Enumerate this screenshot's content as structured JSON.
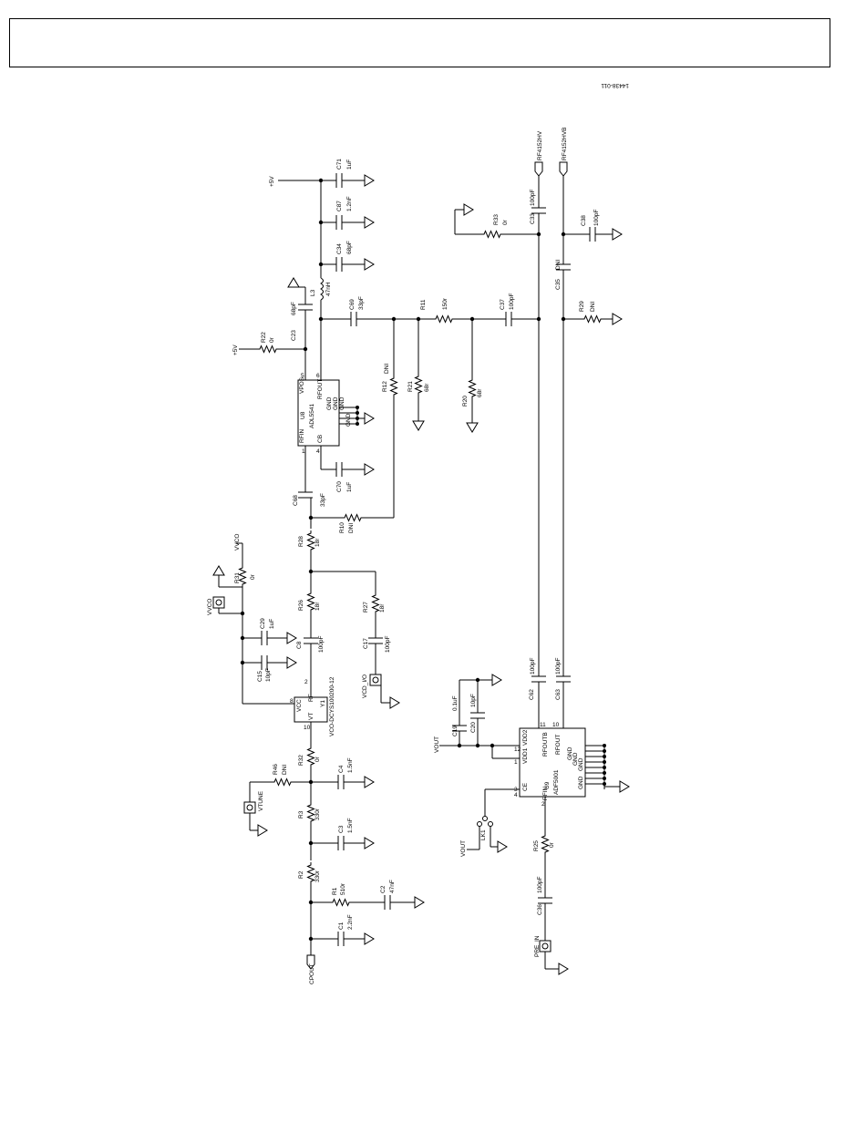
{
  "figure_id": "14438-011",
  "nets": {
    "plus5v_top": "+5V",
    "plus5v_left": "+5V",
    "vvco_a": "VVCO",
    "vvco_b": "VVCO",
    "vcd_io": "VCD_I/O",
    "vtune": "VTUNE",
    "cpout": "CPOUT",
    "vout_a": "VOUT",
    "vout_b": "VOUT",
    "pre_in": "PRE_IN",
    "rfout_a": "RF4152HV",
    "rfout_b": "RF4152HVB"
  },
  "components": {
    "C71": {
      "ref": "C71",
      "value": "1uF"
    },
    "C87": {
      "ref": "C87",
      "value": "1.2nF"
    },
    "C34": {
      "ref": "C34",
      "value": "68pF"
    },
    "L3": {
      "ref": "L3",
      "value": "47nH"
    },
    "C23": {
      "ref": "C23",
      "value": "68pF"
    },
    "R22": {
      "ref": "R22",
      "value": "0r"
    },
    "C69": {
      "ref": "C69",
      "value": "33pF"
    },
    "R11": {
      "ref": "R11",
      "value": "150r"
    },
    "C37": {
      "ref": "C37",
      "value": "100pF"
    },
    "R29": {
      "ref": "R29",
      "value": "DNI"
    },
    "C33": {
      "ref": "C33",
      "value": "100pF"
    },
    "R33": {
      "ref": "R33",
      "value": "0r"
    },
    "C38": {
      "ref": "C38",
      "value": "100pF"
    },
    "C35": {
      "ref": "C35",
      "value": "DNI"
    },
    "R12": {
      "ref": "R12",
      "value": "DNI"
    },
    "R21": {
      "ref": "R21",
      "value": "68r"
    },
    "R20": {
      "ref": "R20",
      "value": "68r"
    },
    "C70": {
      "ref": "C70",
      "value": "1uF"
    },
    "C68": {
      "ref": "C68",
      "value": "33pF"
    },
    "R10": {
      "ref": "R10",
      "value": "DNI"
    },
    "R28": {
      "ref": "R28",
      "value": "18r"
    },
    "R31": {
      "ref": "R31",
      "value": "0r"
    },
    "C29": {
      "ref": "C29",
      "value": "1uF"
    },
    "C15": {
      "ref": "C15",
      "value": "10pF"
    },
    "R26": {
      "ref": "R26",
      "value": "18r"
    },
    "C8": {
      "ref": "C8",
      "value": "100pF"
    },
    "R27": {
      "ref": "R27",
      "value": "18r"
    },
    "C17": {
      "ref": "C17",
      "value": "100pF"
    },
    "C19": {
      "ref": "C19",
      "value": "0.1uF"
    },
    "C20": {
      "ref": "C20",
      "value": "10pF"
    },
    "C62": {
      "ref": "C62",
      "value": "100pF"
    },
    "C63": {
      "ref": "C63",
      "value": "100pF"
    },
    "R32": {
      "ref": "R32",
      "value": "0r"
    },
    "C4": {
      "ref": "C4",
      "value": "1.5nF"
    },
    "R46": {
      "ref": "R46",
      "value": "DNI"
    },
    "R3": {
      "ref": "R3",
      "value": "330r"
    },
    "C3": {
      "ref": "C3",
      "value": "1.5nF"
    },
    "R2": {
      "ref": "R2",
      "value": "330r"
    },
    "R1": {
      "ref": "R1",
      "value": "510r"
    },
    "C2": {
      "ref": "C2",
      "value": "47nF"
    },
    "C1": {
      "ref": "C1",
      "value": "2.2nF"
    },
    "R25": {
      "ref": "R25",
      "value": "0r"
    },
    "C36": {
      "ref": "C36",
      "value": "100pF"
    },
    "LK1": {
      "ref": "LK1",
      "value": ""
    }
  },
  "ic_u8": {
    "ref": "U8",
    "part": "ADL5541",
    "pins": {
      "rfin": "RFIN",
      "cb": "CB",
      "vpos": "VPOS",
      "rfout": "RFOUT",
      "gnd": "GND"
    },
    "pin_nums": {
      "rfin": "1",
      "cb": "4",
      "vpos": "5",
      "rfout": "6"
    }
  },
  "ic_y1": {
    "ref": "Y1",
    "part": "VCO-DCYS100200-12",
    "pins": {
      "vcc": "VCC",
      "vt": "VT",
      "rf": "RF"
    },
    "pin_nums": {
      "vcc": "8",
      "vt": "10",
      "rf": "2"
    }
  },
  "ic_u9": {
    "ref": "U9",
    "part": "ADF5001",
    "pins": {
      "vdd1": "VDD1",
      "vdd2": "VDD2",
      "rfoutb": "RFOUTB",
      "rfout": "RFOUT",
      "ce": "CE",
      "rfin": "RFIN",
      "gnd": "GND"
    },
    "pin_nums": {
      "vdd1": "1",
      "vdd2": "12",
      "rfoutb": "11",
      "rfout": "10",
      "ce": "3",
      "rfin": "2",
      "x4": "4"
    }
  }
}
